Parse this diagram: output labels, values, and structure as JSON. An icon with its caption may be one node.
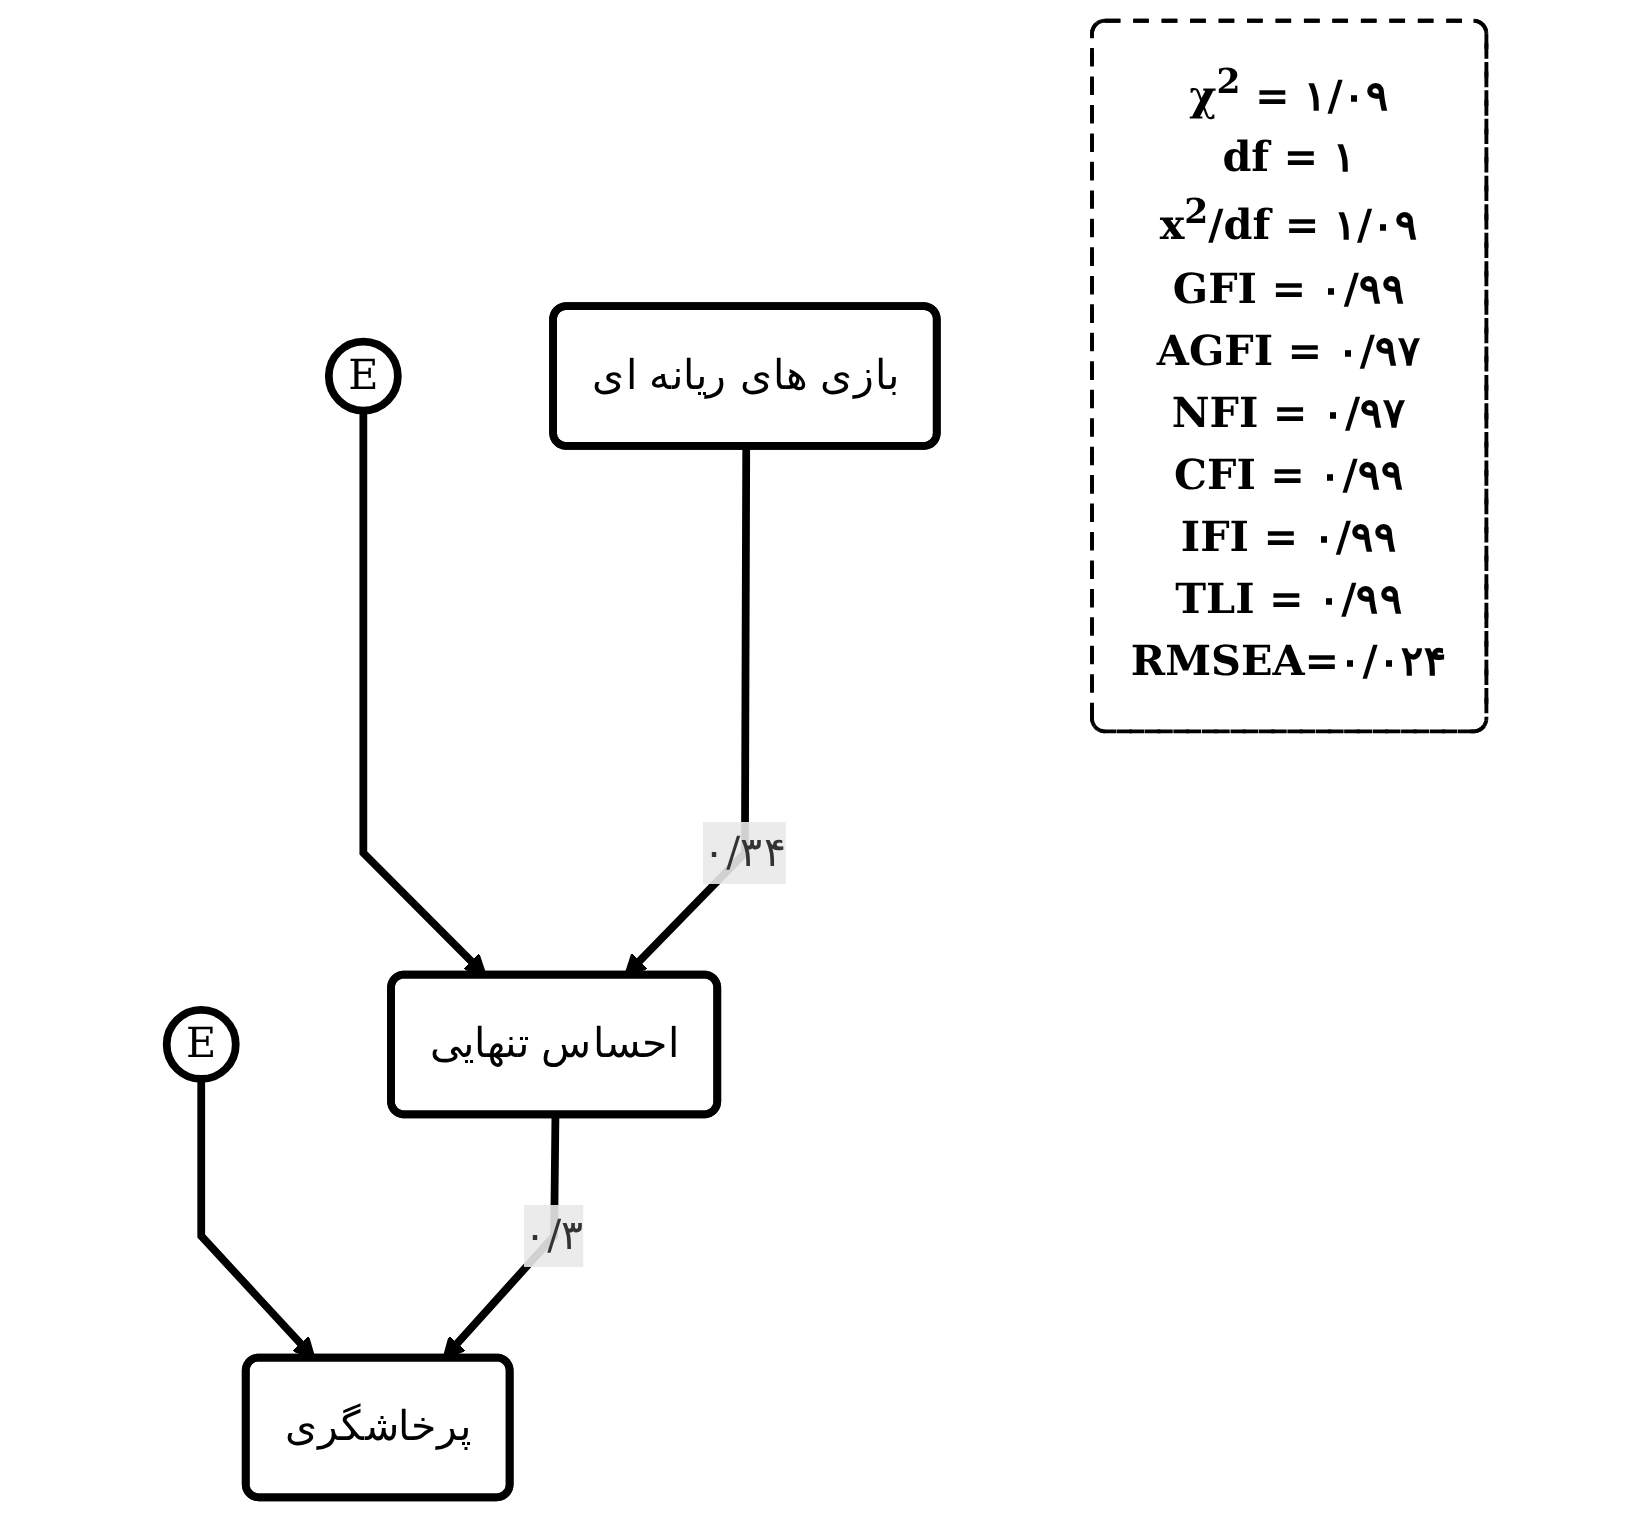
{
  "diagram": {
    "nodes": [
      {
        "text": [
          "E"
        ]
      },
      {
        "text": [
          "احساس تنهایی"
        ]
      },
      {
        "text": [
          "E"
        ]
      },
      {
        "text": [
          "پرخاشگری"
        ]
      },
      {
        "text": [
          "بازی های ریانه ای"
        ]
      },
      {
        "text": [
          "χ$^{2}$ = ۱/۰۹",
          "df = ۱",
          "x$^{2}$/df = ۱/۰۹",
          "GFI = ۰/۹۹",
          "AGFI = ۰/۹۷",
          "NFI = ۰/۹۷",
          "CFI = ۰/۹۹",
          "IFI = ۰/۹۹",
          "TLI = ۰/۹۹",
          "RMSEA=۰/۰۲۴"
        ]
      }
    ],
    "edges": [
      {
        "from": 0,
        "to": 1,
        "arrow": "to"
      },
      {
        "from": 2,
        "to": 3,
        "arrow": "to"
      },
      {
        "from": 1,
        "to": 3,
        "arrow": "to",
        "label": "۰/۳"
      },
      {
        "from": 4,
        "to": 1,
        "arrow": "to",
        "label": "۰/۳۴"
      }
    ]
  }
}
